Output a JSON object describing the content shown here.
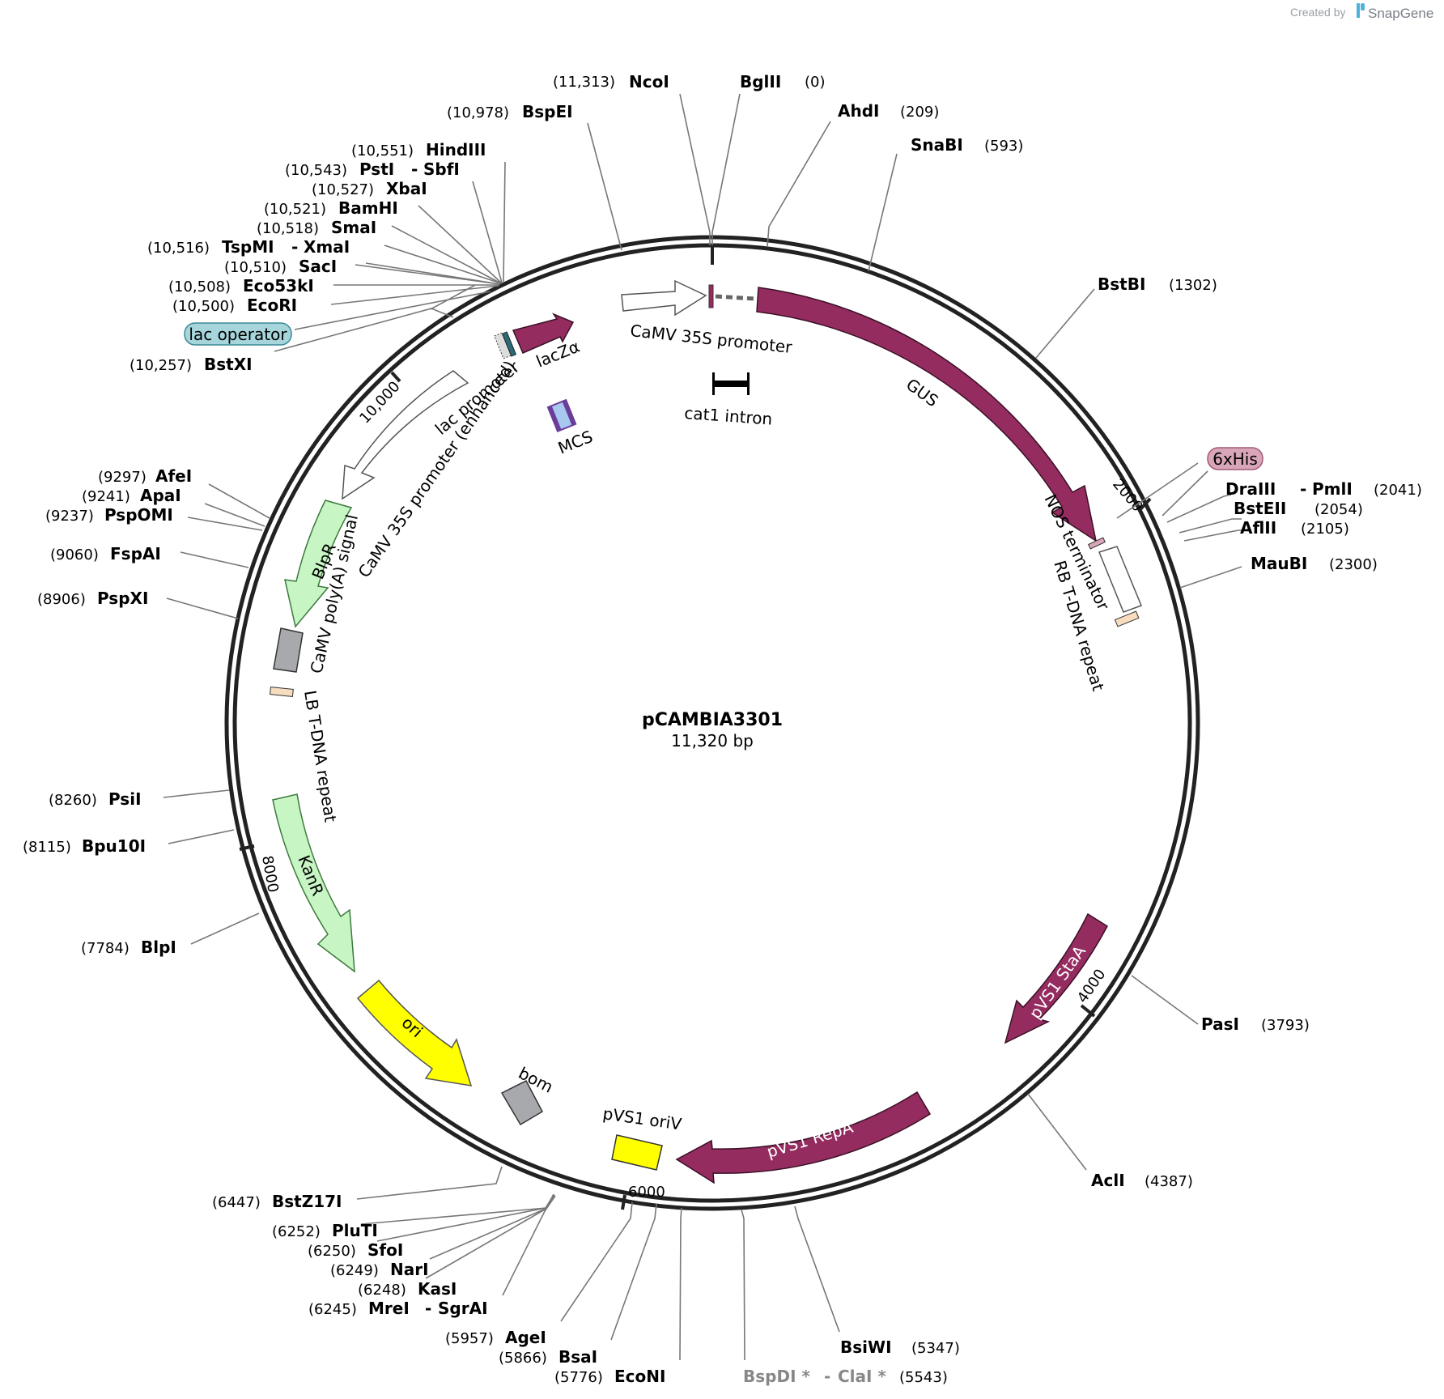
{
  "plasmid": {
    "name": "pCAMBIA3301",
    "length_label": "11,320 bp"
  },
  "credit": {
    "prefix": "Created by",
    "brand": "SnapGene",
    "logo_icon": "snapgene-logo-icon"
  },
  "ticks": [
    "2000",
    "4000",
    "6000",
    "8000",
    "10,000"
  ],
  "colors": {
    "maroon": "#952c60",
    "light_green": "#c8f5c4",
    "yellow": "#ffff00",
    "gray_box": "#a7a9ac",
    "peach": "#f7dcbe",
    "teal": "#2a6b77",
    "lac_operator_bg": "#a6d5dc",
    "his_bg": "#d8a6b8",
    "mcs_purple": "#6a3d9a",
    "mcs_blue": "#a8c8f0"
  },
  "sites": [
    {
      "name": "NcoI",
      "pos": "(11,313)"
    },
    {
      "name": "BglII",
      "pos": "(0)"
    },
    {
      "name": "AhdI",
      "pos": "(209)"
    },
    {
      "name": "SnaBI",
      "pos": "(593)"
    },
    {
      "name": "BspEI",
      "pos": "(10,978)"
    },
    {
      "name": "HindIII",
      "pos": "(10,551)"
    },
    {
      "name": "PstI",
      "name2": "SbfI",
      "pos": "(10,543)"
    },
    {
      "name": "XbaI",
      "pos": "(10,527)"
    },
    {
      "name": "BamHI",
      "pos": "(10,521)"
    },
    {
      "name": "SmaI",
      "pos": "(10,518)"
    },
    {
      "name": "TspMI",
      "name2": "XmaI",
      "pos": "(10,516)"
    },
    {
      "name": "SacI",
      "pos": "(10,510)"
    },
    {
      "name": "Eco53kI",
      "pos": "(10,508)"
    },
    {
      "name": "EcoRI",
      "pos": "(10,500)"
    },
    {
      "name": "BstXI",
      "pos": "(10,257)"
    },
    {
      "name": "BstBI",
      "pos": "(1302)"
    },
    {
      "name": "DraIII",
      "name2": "PmlI",
      "pos": "(2041)"
    },
    {
      "name": "BstEII",
      "pos": "(2054)"
    },
    {
      "name": "AflII",
      "pos": "(2105)"
    },
    {
      "name": "MauBI",
      "pos": "(2300)"
    },
    {
      "name": "AfeI",
      "pos": "(9297)"
    },
    {
      "name": "ApaI",
      "pos": "(9241)"
    },
    {
      "name": "PspOMI",
      "pos": "(9237)"
    },
    {
      "name": "FspAI",
      "pos": "(9060)"
    },
    {
      "name": "PspXI",
      "pos": "(8906)"
    },
    {
      "name": "PsiI",
      "pos": "(8260)"
    },
    {
      "name": "Bpu10I",
      "pos": "(8115)"
    },
    {
      "name": "BlpI",
      "pos": "(7784)"
    },
    {
      "name": "PasI",
      "pos": "(3793)"
    },
    {
      "name": "AclI",
      "pos": "(4387)"
    },
    {
      "name": "BstZ17I",
      "pos": "(6447)"
    },
    {
      "name": "PluTI",
      "pos": "(6252)"
    },
    {
      "name": "SfoI",
      "pos": "(6250)"
    },
    {
      "name": "NarI",
      "pos": "(6249)"
    },
    {
      "name": "KasI",
      "pos": "(6248)"
    },
    {
      "name": "MreI",
      "name2": "SgrAI",
      "pos": "(6245)"
    },
    {
      "name": "AgeI",
      "pos": "(5957)"
    },
    {
      "name": "BsaI",
      "pos": "(5866)"
    },
    {
      "name": "EcoNI",
      "pos": "(5776)"
    },
    {
      "name": "BsiWI",
      "pos": "(5347)"
    },
    {
      "name": "BspDI *",
      "name2": "ClaI *",
      "pos": "(5543)"
    }
  ],
  "features": {
    "lac_operator": "lac operator",
    "his_tag": "6xHis",
    "camv35s_promoter": "CaMV 35S promoter",
    "cat1_intron": "cat1 intron",
    "gus": "GUS",
    "lacz_alpha": "lacZα",
    "lac_promoter": "lac promoter",
    "camv35s_enhanced": "CaMV 35S promoter (enhanced)",
    "mcs": "MCS",
    "blpr": "BlpR",
    "camv_polya": "CaMV poly(A) signal",
    "lb_repeat": "LB T-DNA repeat",
    "nos_terminator": "NOS terminator",
    "rb_repeat": "RB T-DNA repeat",
    "kanr": "KanR",
    "ori": "ori",
    "bom": "bom",
    "pvs1_oriv": "pVS1 oriV",
    "pvs1_repa": "pVS1 RepA",
    "pvs1_staa": "pVS1 StaA"
  }
}
